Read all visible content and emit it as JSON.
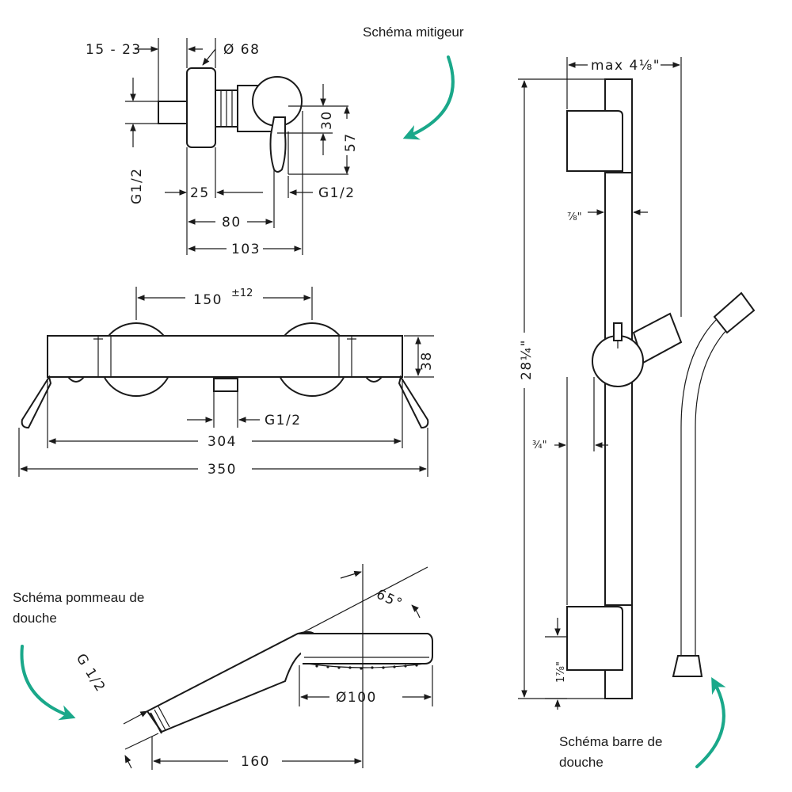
{
  "captions": {
    "mixer": "Schéma mitigeur",
    "handshower_line1": "Schéma pommeau de",
    "handshower_line2": "douche",
    "bar_line1": "Schéma barre de",
    "bar_line2": "douche"
  },
  "mixer_dims": {
    "offset": "15 - 23",
    "diameter": "Ø 68",
    "height30": "30",
    "height57": "57",
    "thread_left": "G1/2",
    "thread_right": "G1/2",
    "width25": "25",
    "width80": "80",
    "width103": "103"
  },
  "thermo_dims": {
    "spacing": "150",
    "tolerance": "±12",
    "height": "38",
    "thread": "G1/2",
    "width304": "304",
    "width350": "350"
  },
  "bar_dims": {
    "max_offset": "max 4⅛\"",
    "bar_width": "⅞\"",
    "bar_height": "28¼\"",
    "slide_offset": "¾\"",
    "bottom": "1⅞\""
  },
  "shower_dims": {
    "angle": "65°",
    "thread": "G 1/2",
    "diameter": "Ø100",
    "length": "160"
  },
  "colors": {
    "arrow": "#1aa88a",
    "line": "#1a1a1a"
  }
}
